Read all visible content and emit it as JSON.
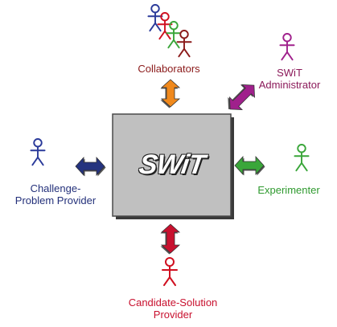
{
  "center": {
    "title": "SWiT"
  },
  "roles": {
    "collaborators": {
      "label": "Collaborators",
      "color": "#8b1a1a",
      "arrow_color": "#f0891c"
    },
    "administrator": {
      "lines": [
        "SWiT",
        "Administrator"
      ],
      "color": "#8b1a5a",
      "figure_color": "#a0208c",
      "arrow_color": "#a0208c"
    },
    "provider": {
      "lines": [
        "Challenge-",
        "Problem Provider"
      ],
      "color": "#23307a",
      "figure_color": "#2a3a9a",
      "arrow_color": "#24337f"
    },
    "experimenter": {
      "label": "Experimenter",
      "color": "#2f9a2f",
      "figure_color": "#3aa63a",
      "arrow_color": "#3aa63a"
    },
    "candidate": {
      "lines": [
        "Candidate-Solution",
        "Provider"
      ],
      "color": "#c8102e",
      "figure_color": "#d01020",
      "arrow_color": "#c8102e"
    }
  },
  "collaborator_figure_colors": [
    "#2a3a9a",
    "#d01020",
    "#3aa63a",
    "#8b1a1a"
  ]
}
